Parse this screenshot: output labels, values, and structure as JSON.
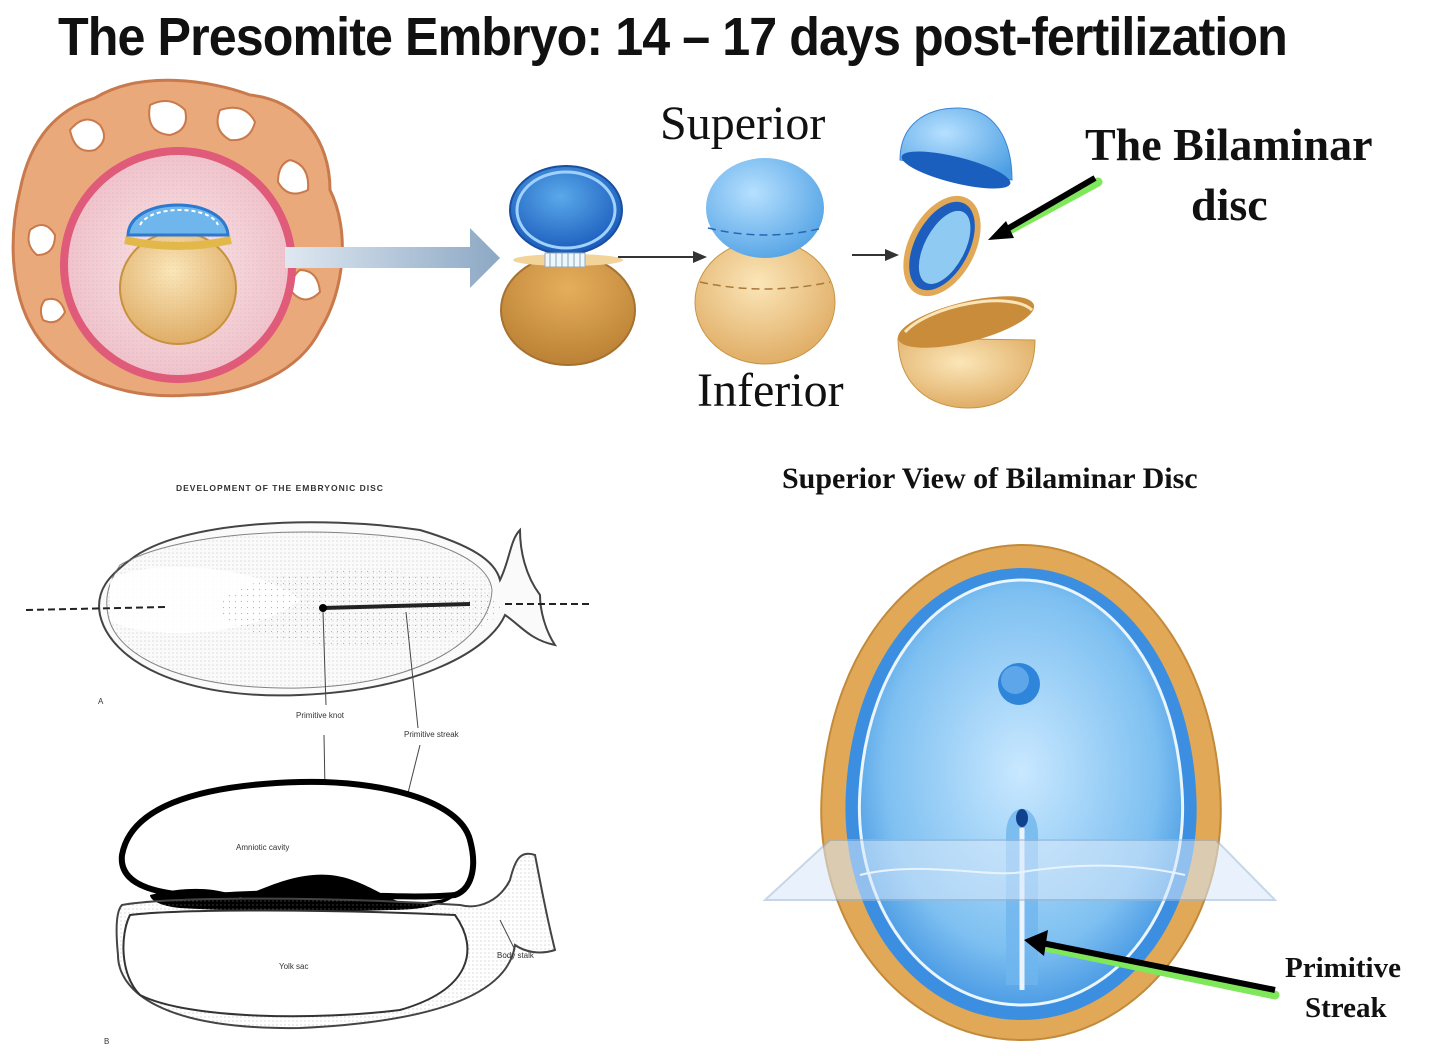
{
  "title": "The Presomite Embryo:   14 – 17 days post-fertilization",
  "labels": {
    "superior": "Superior",
    "inferior": "Inferior",
    "bilaminar_line1": "The Bilaminar",
    "bilaminar_line2": "disc",
    "superior_view_heading": "Superior View of Bilaminar Disc",
    "primitive_streak_line1": "Primitive",
    "primitive_streak_line2": "Streak"
  },
  "sketch": {
    "heading": "DEVELOPMENT OF THE EMBRYONIC DISC",
    "primitive_knot": "Primitive knot",
    "primitive_streak": "Primitive streak",
    "amniotic_cavity": "Amniotic cavity",
    "yolk_sac": "Yolk sac",
    "body_stalk": "Body stalk",
    "panel_a": "A",
    "panel_b": "B"
  },
  "colors": {
    "blue_dark": "#1e63c4",
    "blue_light": "#6fb6ec",
    "yellow": "#e8b96a",
    "tan": "#d9a25b",
    "trophoblast": "#e9a878",
    "pink": "#e79ab0",
    "arrow_glow": "#7ee85a"
  }
}
